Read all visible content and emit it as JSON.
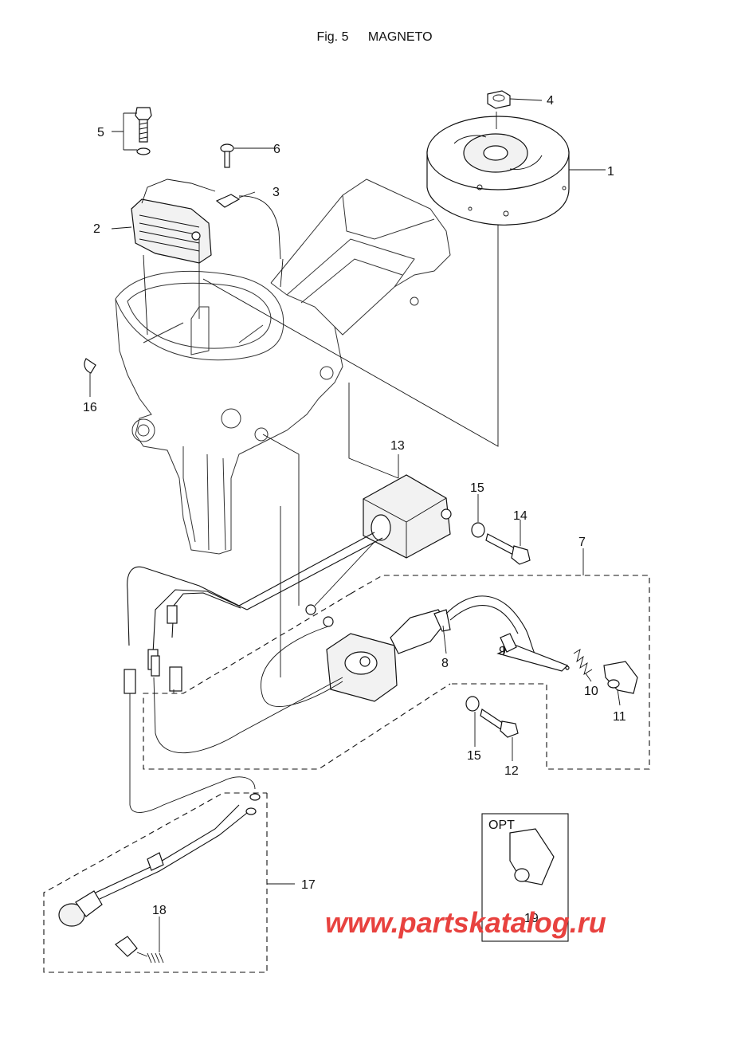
{
  "header": {
    "fig": "Fig. 5",
    "title": "MAGNETO"
  },
  "callouts": [
    "1",
    "2",
    "3",
    "4",
    "5",
    "6",
    "7",
    "8",
    "9",
    "10",
    "11",
    "12",
    "13",
    "14",
    "15",
    "15",
    "16",
    "17",
    "18",
    "19"
  ],
  "opt_label": "OPT",
  "watermark": "www.partskatalog.ru"
}
